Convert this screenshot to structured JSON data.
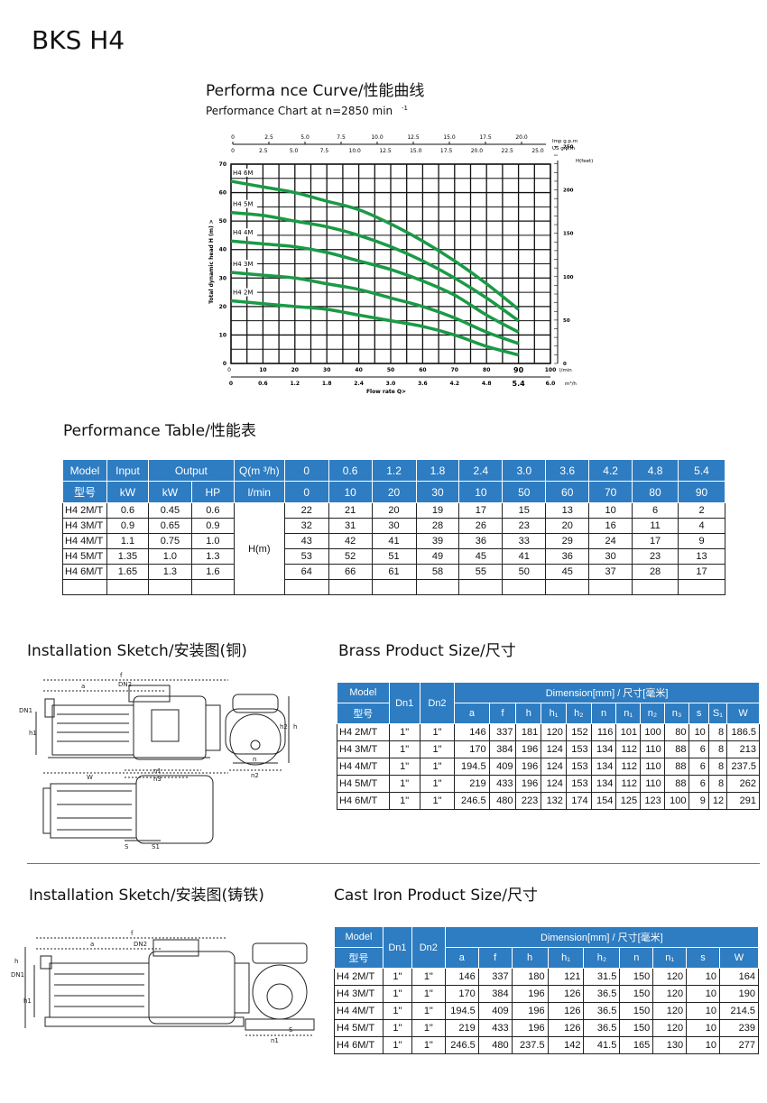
{
  "page_title": "BKS H4",
  "curve": {
    "title": "Performa nce Curve/性能曲线",
    "subtitle": "Performance Chart at n=2850 min",
    "subtitle_sup": "-1",
    "top_imp_ticks": [
      "0",
      "2.5",
      "5.0",
      "7.5",
      "10.0",
      "12.5",
      "15.0",
      "17.5",
      "20.0"
    ],
    "top_us_ticks": [
      "0",
      "2.5",
      "5.0",
      "7.5",
      "10.0",
      "12.5",
      "15.0",
      "17.5",
      "20.0",
      "22.5",
      "25.0"
    ],
    "imp_unit": "Imp g.p.m",
    "us_unit": "US g.p.m",
    "y_ticks": [
      "70",
      "60",
      "50",
      "40",
      "30",
      "20",
      "10",
      "0"
    ],
    "y_label": "Total dynamic head H (m) >",
    "right_ticks": [
      "250",
      "200",
      "150",
      "100",
      "50",
      "0"
    ],
    "right_unit": "H(feet)",
    "x_lmin_ticks": [
      "10",
      "20",
      "30",
      "40",
      "50",
      "60",
      "70",
      "80",
      "90",
      "100"
    ],
    "x_lmin_unit": "l/min",
    "x_m3h_ticks": [
      "0",
      "0.6",
      "1.2",
      "1.8",
      "2.4",
      "3.0",
      "3.6",
      "4.2",
      "4.8",
      "5.4",
      "6.0"
    ],
    "x_m3h_unit": "m³/h",
    "x_label": "Flow rate Q>",
    "x_zero": "0",
    "curve_labels": [
      "H4 6M",
      "H4 5M",
      "H4 4M",
      "H4 3M",
      "H4 2M"
    ],
    "curve_color": "#1a9a46"
  },
  "chart_data": {
    "type": "line",
    "xlabel": "Flow rate Q>",
    "ylabel": "Total dynamic head H (m) >",
    "x_unit": "l/min",
    "x": [
      0,
      10,
      20,
      30,
      40,
      50,
      60,
      70,
      80,
      90
    ],
    "xlim": [
      0,
      100
    ],
    "ylim": [
      0,
      70
    ],
    "grid": true,
    "series": [
      {
        "name": "H4 6M",
        "values": [
          64,
          62,
          60,
          57,
          54,
          49,
          43,
          36,
          28,
          19
        ]
      },
      {
        "name": "H4 5M",
        "values": [
          53,
          52,
          50,
          48,
          45,
          41,
          36,
          30,
          23,
          15
        ]
      },
      {
        "name": "H4 4M",
        "values": [
          43,
          42,
          41,
          39,
          36,
          33,
          29,
          24,
          17,
          11
        ]
      },
      {
        "name": "H4 3M",
        "values": [
          32,
          31,
          30,
          28,
          26,
          23,
          20,
          16,
          11,
          7
        ]
      },
      {
        "name": "H4 2M",
        "values": [
          22,
          21,
          20,
          19,
          17,
          15,
          13,
          10,
          6,
          3
        ]
      }
    ]
  },
  "perf": {
    "title": "Performance Table/性能表",
    "h_model": "Model",
    "h_model_cn": "型号",
    "h_input": "Input",
    "h_output": "Output",
    "h_q": "Q(m ³/h)",
    "h_lmin": "l/min",
    "h_kw1": "kW",
    "h_kw2": "kW",
    "h_hp": "HP",
    "h_unit": "H(m)",
    "q_m3h": [
      "0",
      "0.6",
      "1.2",
      "1.8",
      "2.4",
      "3.0",
      "3.6",
      "4.2",
      "4.8",
      "5.4"
    ],
    "q_lmin": [
      "0",
      "10",
      "20",
      "30",
      "10",
      "50",
      "60",
      "70",
      "80",
      "90"
    ],
    "rows": [
      {
        "model": "H4 2M/T",
        "input": "0.6",
        "kw": "0.45",
        "hp": "0.6",
        "h": [
          "22",
          "21",
          "20",
          "19",
          "17",
          "15",
          "13",
          "10",
          "6",
          "2"
        ]
      },
      {
        "model": "H4 3M/T",
        "input": "0.9",
        "kw": "0.65",
        "hp": "0.9",
        "h": [
          "32",
          "31",
          "30",
          "28",
          "26",
          "23",
          "20",
          "16",
          "11",
          "4"
        ]
      },
      {
        "model": "H4 4M/T",
        "input": "1.1",
        "kw": "0.75",
        "hp": "1.0",
        "h": [
          "43",
          "42",
          "41",
          "39",
          "36",
          "33",
          "29",
          "24",
          "17",
          "9"
        ]
      },
      {
        "model": "H4 5M/T",
        "input": "1.35",
        "kw": "1.0",
        "hp": "1.3",
        "h": [
          "53",
          "52",
          "51",
          "49",
          "45",
          "41",
          "36",
          "30",
          "23",
          "13"
        ]
      },
      {
        "model": "H4 6M/T",
        "input": "1.65",
        "kw": "1.3",
        "hp": "1.6",
        "h": [
          "64",
          "66",
          "61",
          "58",
          "55",
          "50",
          "45",
          "37",
          "28",
          "17"
        ]
      }
    ]
  },
  "brass": {
    "sketch_title": "Installation Sketch/安装图(铜)",
    "title": "Brass Product Size/尺寸",
    "h_model": "Model",
    "h_model_cn": "型号",
    "h_dn1": "Dn1",
    "h_dn2": "Dn2",
    "h_dim": "Dimension[mm] / 尺寸[毫米]",
    "cols": [
      "a",
      "f",
      "h",
      "h₁",
      "h₂",
      "n",
      "n₁",
      "n₂",
      "n₃",
      "s",
      "S₁",
      "W"
    ],
    "rows": [
      {
        "model": "H4 2M/T",
        "dn1": "1\"",
        "dn2": "1\"",
        "d": [
          "146",
          "337",
          "181",
          "120",
          "152",
          "116",
          "101",
          "100",
          "80",
          "10",
          "8",
          "186.5"
        ]
      },
      {
        "model": "H4 3M/T",
        "dn1": "1\"",
        "dn2": "1\"",
        "d": [
          "170",
          "384",
          "196",
          "124",
          "153",
          "134",
          "112",
          "110",
          "88",
          "6",
          "8",
          "213"
        ]
      },
      {
        "model": "H4 4M/T",
        "dn1": "1\"",
        "dn2": "1\"",
        "d": [
          "194.5",
          "409",
          "196",
          "124",
          "153",
          "134",
          "112",
          "110",
          "88",
          "6",
          "8",
          "237.5"
        ]
      },
      {
        "model": "H4 5M/T",
        "dn1": "1\"",
        "dn2": "1\"",
        "d": [
          "219",
          "433",
          "196",
          "124",
          "153",
          "134",
          "112",
          "110",
          "88",
          "6",
          "8",
          "262"
        ]
      },
      {
        "model": "H4 6M/T",
        "dn1": "1\"",
        "dn2": "1\"",
        "d": [
          "246.5",
          "480",
          "223",
          "132",
          "174",
          "154",
          "125",
          "123",
          "100",
          "9",
          "12",
          "291"
        ]
      }
    ],
    "dim_labels": {
      "f": "f",
      "a": "a",
      "dn2": "DN2",
      "dn1": "DN1",
      "h1": "h1",
      "w": "W",
      "n1": "n1",
      "n3": "n3",
      "s": "S",
      "s1": "S1",
      "h2": "h2",
      "h": "h",
      "n": "n",
      "n2": "n2"
    }
  },
  "cast": {
    "sketch_title": "Installation Sketch/安装图(铸铁)",
    "title": "Cast Iron Product Size/尺寸",
    "h_model": "Model",
    "h_model_cn": "型号",
    "h_dn1": "Dn1",
    "h_dn2": "Dn2",
    "h_dim": "Dimension[mm] / 尺寸[毫米]",
    "cols": [
      "a",
      "f",
      "h",
      "h₁",
      "h₂",
      "n",
      "n₁",
      "s",
      "W"
    ],
    "rows": [
      {
        "model": "H4 2M/T",
        "dn1": "1\"",
        "dn2": "1\"",
        "d": [
          "146",
          "337",
          "180",
          "121",
          "31.5",
          "150",
          "120",
          "10",
          "164"
        ]
      },
      {
        "model": "H4 3M/T",
        "dn1": "1\"",
        "dn2": "1\"",
        "d": [
          "170",
          "384",
          "196",
          "126",
          "36.5",
          "150",
          "120",
          "10",
          "190"
        ]
      },
      {
        "model": "H4 4M/T",
        "dn1": "1\"",
        "dn2": "1\"",
        "d": [
          "194.5",
          "409",
          "196",
          "126",
          "36.5",
          "150",
          "120",
          "10",
          "214.5"
        ]
      },
      {
        "model": "H4 5M/T",
        "dn1": "1\"",
        "dn2": "1\"",
        "d": [
          "219",
          "433",
          "196",
          "126",
          "36.5",
          "150",
          "120",
          "10",
          "239"
        ]
      },
      {
        "model": "H4 6M/T",
        "dn1": "1\"",
        "dn2": "1\"",
        "d": [
          "246.5",
          "480",
          "237.5",
          "142",
          "41.5",
          "165",
          "130",
          "10",
          "277"
        ]
      }
    ],
    "dim_labels": {
      "f": "f",
      "a": "a",
      "dn2": "DN2",
      "dn1": "DN1",
      "h1": "h1",
      "h": "h",
      "n1": "n1",
      "s": "S"
    }
  }
}
